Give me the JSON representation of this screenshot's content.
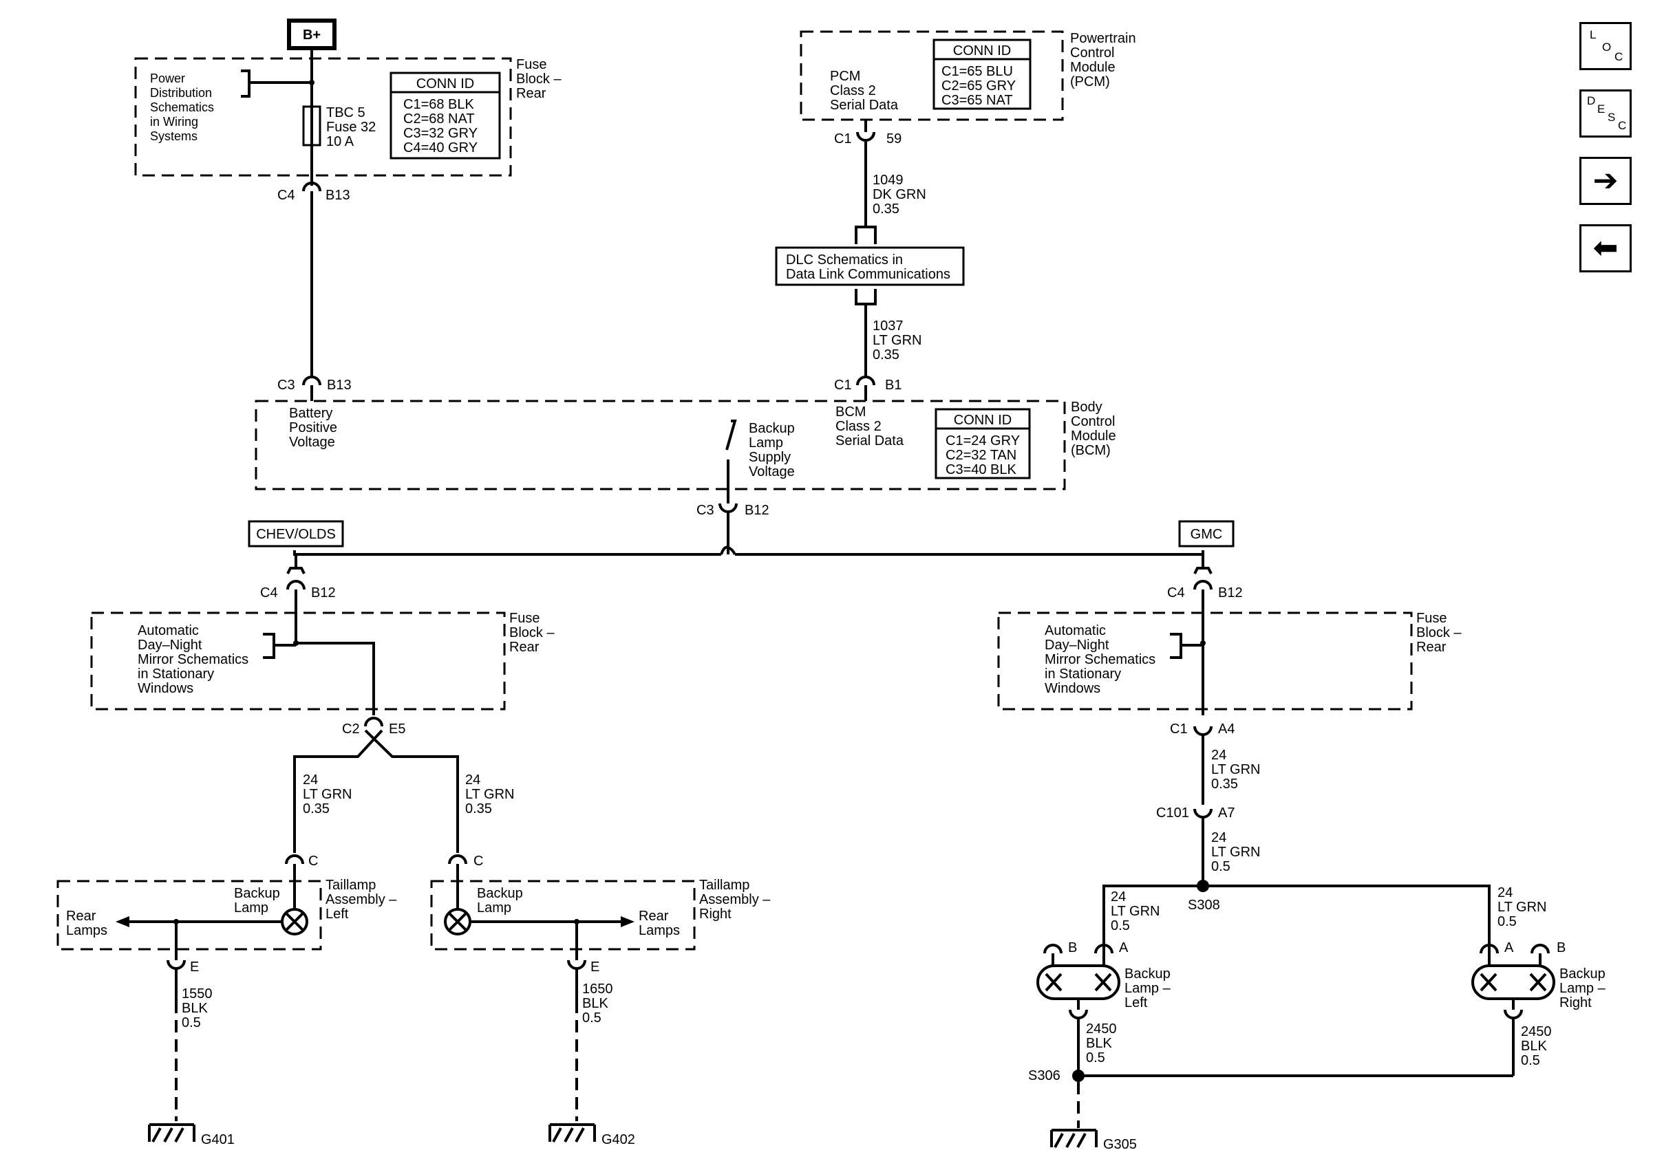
{
  "nav": {
    "loc": [
      "L",
      "O",
      "C"
    ],
    "desc": [
      "D",
      "E",
      "S",
      "C"
    ],
    "next_icon": "arrow-right-icon",
    "prev_icon": "arrow-left-icon"
  },
  "battery": {
    "label": "B+"
  },
  "fuse_block_top": {
    "name": [
      "Fuse",
      "Block –",
      "Rear"
    ],
    "ref": [
      "Power",
      "Distribution",
      "Schematics",
      "in Wiring",
      "Systems"
    ],
    "fuse": [
      "TBC 5",
      "Fuse 32",
      "10 A"
    ],
    "conn_title": "CONN ID",
    "conn": [
      "C1=68 BLK",
      "C2=68 NAT",
      "C3=32 GRY",
      "C4=40 GRY"
    ],
    "out_left": "C4",
    "out_right": "B13"
  },
  "pcm": {
    "name": [
      "Powertrain",
      "Control",
      "Module",
      "(PCM)"
    ],
    "func": [
      "PCM",
      "Class 2",
      "Serial Data"
    ],
    "conn_title": "CONN ID",
    "conn": [
      "C1=65 BLU",
      "C2=65 GRY",
      "C3=65 NAT"
    ],
    "pin_left": "C1",
    "pin_right": "59"
  },
  "wire_1049": [
    "1049",
    "DK GRN",
    "0.35"
  ],
  "dlc": [
    "DLC Schematics in",
    "Data Link Communications"
  ],
  "wire_1037": [
    "1037",
    "LT GRN",
    "0.35"
  ],
  "bcm": {
    "name": [
      "Body",
      "Control",
      "Module",
      "(BCM)"
    ],
    "batt": [
      "Battery",
      "Positive",
      "Voltage"
    ],
    "backup": [
      "Backup",
      "Lamp",
      "Supply",
      "Voltage"
    ],
    "func": [
      "BCM",
      "Class 2",
      "Serial Data"
    ],
    "conn_title": "CONN ID",
    "conn": [
      "C1=24 GRY",
      "C2=32 TAN",
      "C3=40 BLK"
    ],
    "in_left": "C3",
    "in_right": "B13",
    "data_left": "C1",
    "data_right": "B1",
    "out_left": "C3",
    "out_right": "B12"
  },
  "chev": {
    "label": "CHEV/OLDS",
    "in_left": "C4",
    "in_right": "B12",
    "fuse_name": [
      "Fuse",
      "Block –",
      "Rear"
    ],
    "mirror": [
      "Automatic",
      "Day–Night",
      "Mirror Schematics",
      "in Stationary",
      "Windows"
    ],
    "split_left": "C2",
    "split_right": "E5",
    "wire_left": [
      "24",
      "LT GRN",
      "0.35"
    ],
    "wire_right": [
      "24",
      "LT GRN",
      "0.35"
    ],
    "pin_c_left": "C",
    "pin_c_right": "C",
    "lamp_left": [
      "Backup",
      "Lamp"
    ],
    "lamp_right": [
      "Backup",
      "Lamp"
    ],
    "rear_left": [
      "Rear",
      "Lamps"
    ],
    "rear_right": [
      "Rear",
      "Lamps"
    ],
    "assy_left": [
      "Taillamp",
      "Assembly –",
      "Left"
    ],
    "assy_right": [
      "Taillamp",
      "Assembly –",
      "Right"
    ],
    "pin_e_left": "E",
    "pin_e_right": "E",
    "gnd_wire_left": [
      "1550",
      "BLK",
      "0.5"
    ],
    "gnd_wire_right": [
      "1650",
      "BLK",
      "0.5"
    ],
    "ground_left": "G401",
    "ground_right": "G402"
  },
  "gmc": {
    "label": "GMC",
    "in_left": "C4",
    "in_right": "B12",
    "fuse_name": [
      "Fuse",
      "Block –",
      "Rear"
    ],
    "mirror": [
      "Automatic",
      "Day–Night",
      "Mirror Schematics",
      "in Stationary",
      "Windows"
    ],
    "out_left": "C1",
    "out_right": "A4",
    "wire_a": [
      "24",
      "LT GRN",
      "0.35"
    ],
    "c101_left": "C101",
    "c101_right": "A7",
    "wire_b": [
      "24",
      "LT GRN",
      "0.5"
    ],
    "splice": "S308",
    "wire_l": [
      "24",
      "LT GRN",
      "0.5"
    ],
    "wire_r": [
      "24",
      "LT GRN",
      "0.5"
    ],
    "pin_b_left": "B",
    "pin_a_left": "A",
    "pin_a_right": "A",
    "pin_b_right": "B",
    "lamp_left": [
      "Backup",
      "Lamp –",
      "Left"
    ],
    "lamp_right": [
      "Backup",
      "Lamp –",
      "Right"
    ],
    "gnd_wire_left": [
      "2450",
      "BLK",
      "0.5"
    ],
    "gnd_wire_right": [
      "2450",
      "BLK",
      "0.5"
    ],
    "splice_gnd": "S306",
    "ground": "G305"
  }
}
